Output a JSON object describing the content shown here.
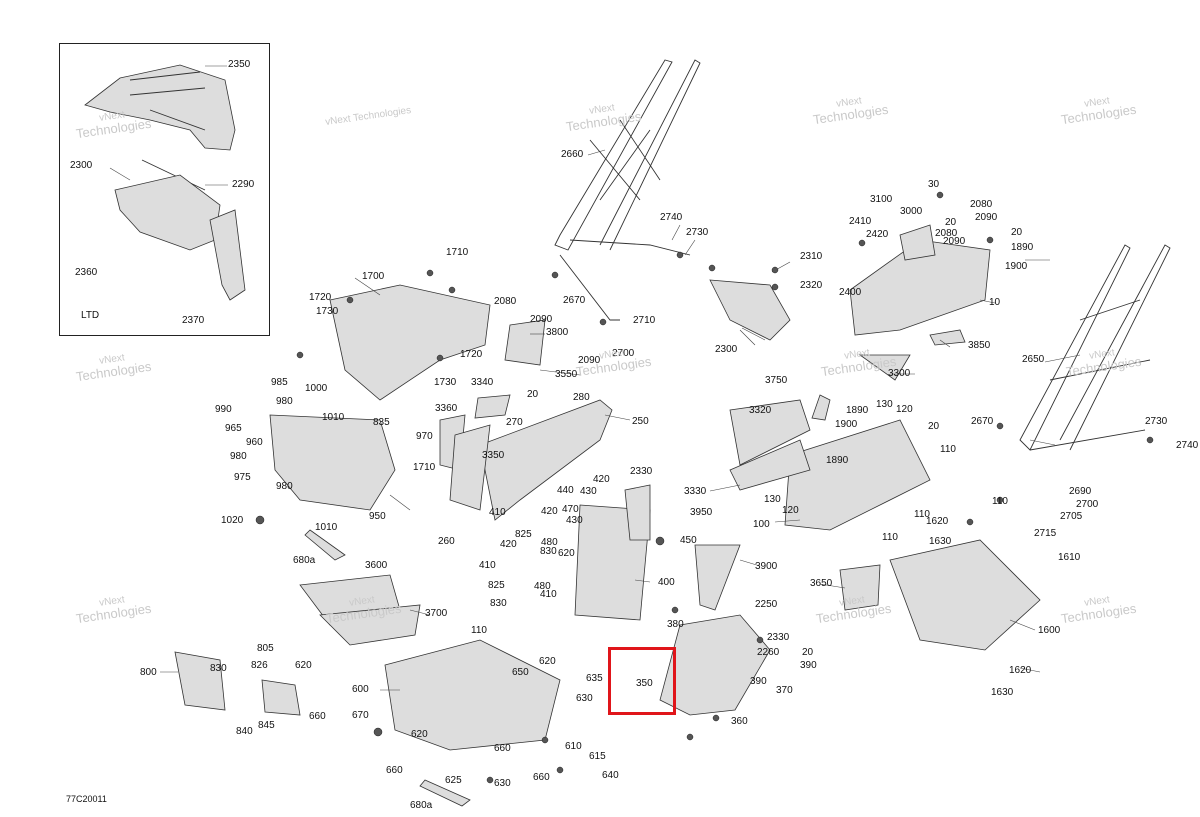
{
  "diagram_code": "77C20011",
  "inset": {
    "label": "LTD"
  },
  "watermark": {
    "line1": "vNext",
    "line2": "Technologies",
    "text": "vNext Technologies"
  },
  "highlight_color": "#e0151a",
  "part_numbers": [
    "2350",
    "2300",
    "2290",
    "2360",
    "2370",
    "LTD",
    "2660",
    "2740",
    "2730",
    "2310",
    "2320",
    "2670",
    "2710",
    "2090",
    "2700",
    "2300",
    "30",
    "3100",
    "3000",
    "2410",
    "2420",
    "20",
    "2080",
    "2090",
    "20",
    "2090",
    "2080",
    "1890",
    "1900",
    "2400",
    "10",
    "3850",
    "1710",
    "1700",
    "1720",
    "1730",
    "2080",
    "2090",
    "3800",
    "1720",
    "1730",
    "3550",
    "3340",
    "20",
    "280",
    "270",
    "250",
    "985",
    "1000",
    "990",
    "980",
    "965",
    "960",
    "980",
    "975",
    "980",
    "1020",
    "1010",
    "950",
    "1010",
    "835",
    "970",
    "1710",
    "3360",
    "3350",
    "260",
    "680a",
    "2330",
    "440",
    "420",
    "430",
    "470",
    "420",
    "430",
    "410",
    "825",
    "480",
    "830",
    "420",
    "620",
    "410",
    "825",
    "480",
    "830",
    "410",
    "400",
    "450",
    "3600",
    "3700",
    "3950",
    "3900",
    "380",
    "2250",
    "2330",
    "350",
    "390",
    "390",
    "370",
    "20",
    "2260",
    "360",
    "110",
    "600",
    "650",
    "620",
    "630",
    "635",
    "670",
    "620",
    "660",
    "660",
    "625",
    "630",
    "660",
    "610",
    "615",
    "640",
    "680a",
    "800",
    "830",
    "826",
    "805",
    "620",
    "660",
    "840",
    "845",
    "3750",
    "3320",
    "3330",
    "1890",
    "1900",
    "1890",
    "130",
    "120",
    "20",
    "110",
    "130",
    "120",
    "100",
    "110",
    "110",
    "3650",
    "1620",
    "1630",
    "1600",
    "1610",
    "1620",
    "1630",
    "110",
    "2690",
    "2700",
    "2705",
    "2715",
    "3300",
    "2650",
    "2670",
    "2730",
    "2740"
  ]
}
